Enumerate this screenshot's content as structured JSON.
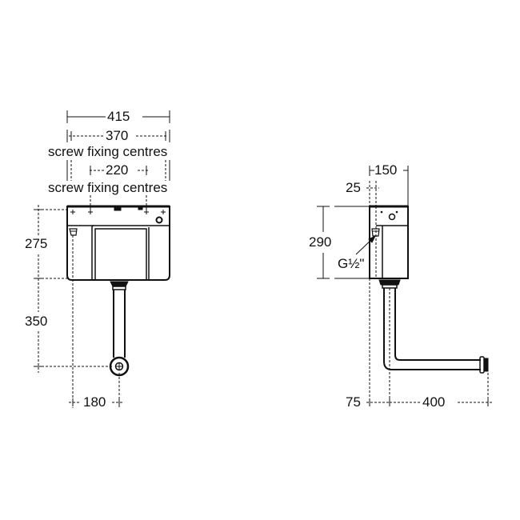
{
  "drawing": {
    "colors": {
      "line": "#111111",
      "background": "#ffffff"
    },
    "front_view": {
      "dims": {
        "overall_width": "415",
        "screw_outer": "370",
        "screw_outer_caption": "screw fixing centres",
        "screw_inner": "220",
        "screw_inner_caption": "screw fixing centres",
        "cistern_height": "275",
        "outlet_drop": "350",
        "outlet_offset": "180"
      }
    },
    "side_view": {
      "dims": {
        "depth": "150",
        "inlet_offset": "25",
        "height": "290",
        "inlet_thread": "G½\"",
        "wall_offset": "75",
        "pipe_projection": "400"
      }
    }
  }
}
